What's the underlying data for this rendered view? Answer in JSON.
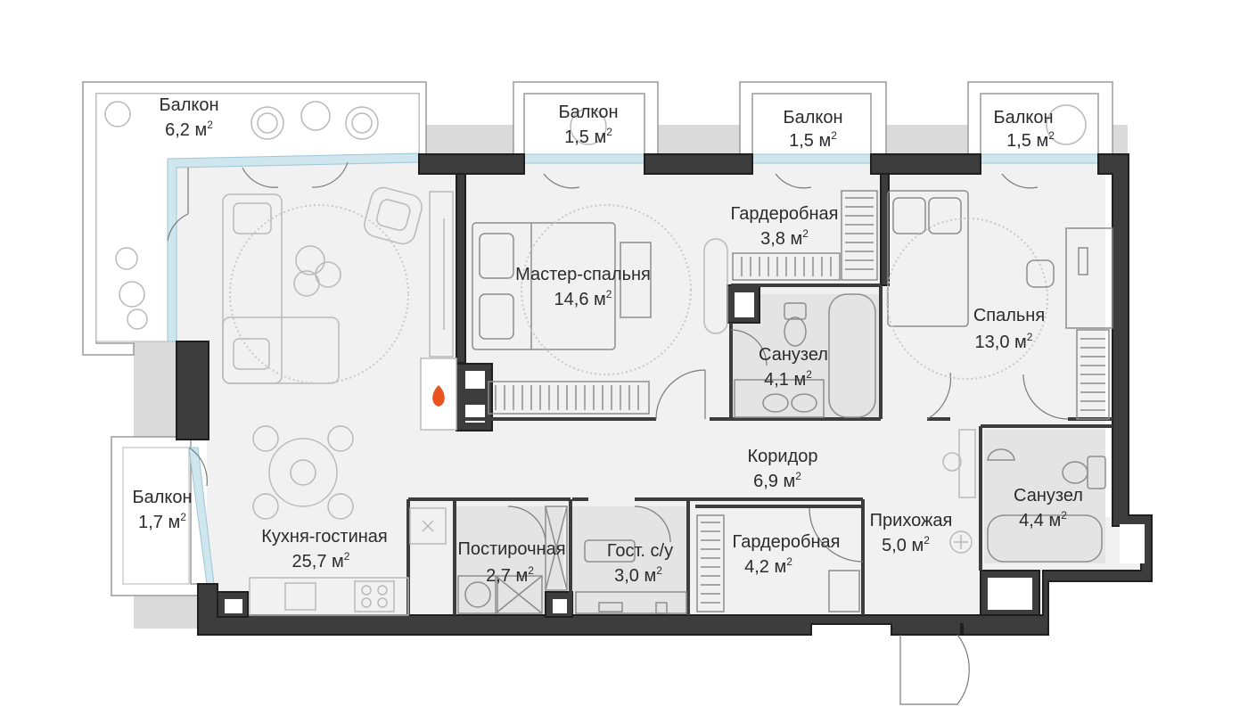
{
  "area_unit": "м",
  "area_unit_exponent": "2",
  "rooms": {
    "balcony_1": {
      "name": "Балкон",
      "area": "6,2"
    },
    "balcony_2": {
      "name": "Балкон",
      "area": "1,5"
    },
    "balcony_3": {
      "name": "Балкон",
      "area": "1,5"
    },
    "balcony_4": {
      "name": "Балкон",
      "area": "1,5"
    },
    "balcony_5": {
      "name": "Балкон",
      "area": "1,7"
    },
    "wardrobe_master": {
      "name": "Гардеробная",
      "area": "3,8"
    },
    "master_bedroom": {
      "name": "Мастер-спальня",
      "area": "14,6"
    },
    "bedroom": {
      "name": "Спальня",
      "area": "13,0"
    },
    "bathroom_1": {
      "name": "Санузел",
      "area": "4,1"
    },
    "corridor": {
      "name": "Коридор",
      "area": "6,9"
    },
    "bathroom_2": {
      "name": "Санузел",
      "area": "4,4"
    },
    "hall": {
      "name": "Прихожая",
      "area": "5,0"
    },
    "kitchen_living": {
      "name": "Кухня-гостиная",
      "area": "25,7"
    },
    "laundry": {
      "name": "Постирочная",
      "area": "2,7"
    },
    "guest_wc": {
      "name": "Гост. с/у",
      "area": "3,0"
    },
    "wardrobe_2": {
      "name": "Гардеробная",
      "area": "4,2"
    }
  },
  "colors": {
    "floor": "#f1f1f1",
    "wet_floor": "#e4e4e4",
    "balcony_floor": "#ffffff",
    "wall": "#3d3d3d",
    "outside": "#d9d9d9",
    "glass": "#cfe6ee",
    "fireplace": "#e8531f"
  },
  "icons": [
    "fire-icon",
    "wardrobe-icon",
    "toilet-icon",
    "bathtub-icon",
    "sink-icon",
    "bed-icon",
    "sofa-icon",
    "armchair-icon",
    "dining-table-icon",
    "desk-icon",
    "washing-machine-icon",
    "plant-icon",
    "stove-icon"
  ]
}
